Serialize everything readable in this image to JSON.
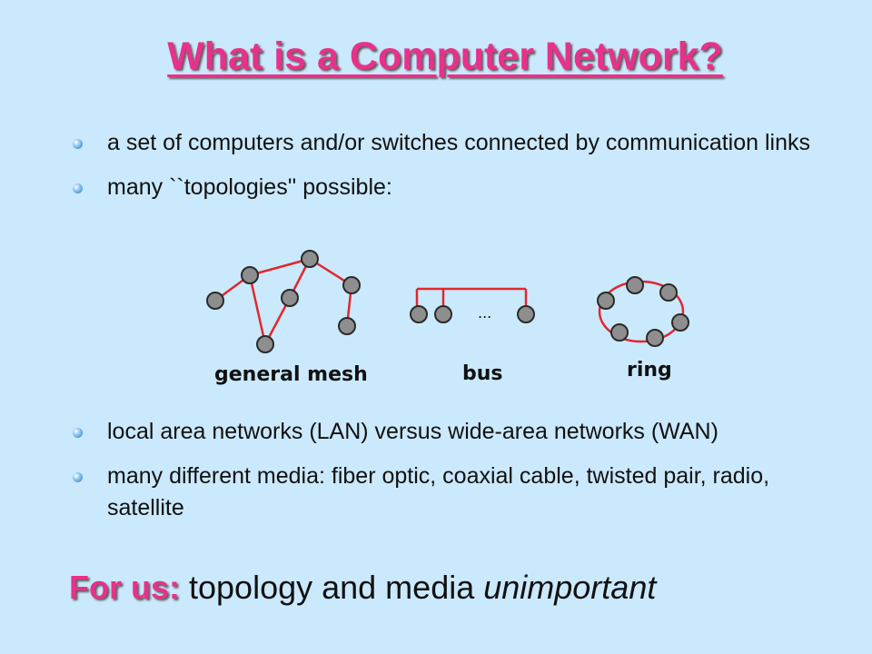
{
  "title": "What is a Computer Network?",
  "bullets_top": [
    "a set of computers and/or switches connected by communication links",
    "many ``topologies'' possible:"
  ],
  "diagram": {
    "mesh_label": "general mesh",
    "bus_label": "bus",
    "bus_ellipsis": "...",
    "ring_label": "ring"
  },
  "bullets_bottom": [
    "local area networks (LAN) versus wide-area networks (WAN)",
    "many different media: fiber optic, coaxial  cable, twisted pair, radio, satellite"
  ],
  "footer": {
    "lead": "For us:",
    "text": " topology and media ",
    "emphasis": "unimportant"
  },
  "colors": {
    "background": "#cbe9fc",
    "title": "#e8318a",
    "links": "#e0282f",
    "nodes": "#8e8e8e"
  }
}
